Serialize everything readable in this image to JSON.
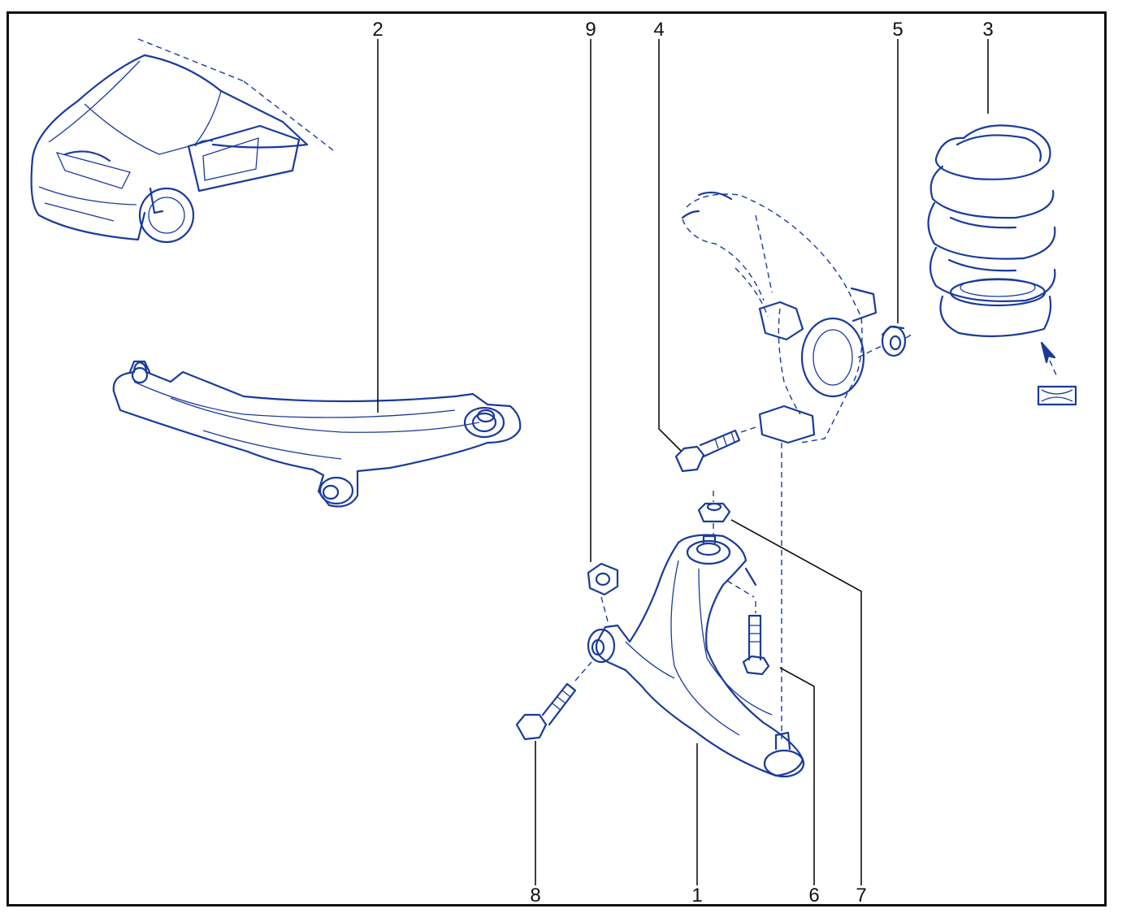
{
  "colors": {
    "line": "#1a3a9c",
    "frame": "#111111",
    "background": "#ffffff"
  },
  "callouts": {
    "c1": "1",
    "c2": "2",
    "c3": "3",
    "c4": "4",
    "c5": "5",
    "c6": "6",
    "c7": "7",
    "c8": "8",
    "c9": "9"
  },
  "icons": {
    "car": "vehicle-location-icon",
    "grease": "lubricate-symbol-icon"
  }
}
